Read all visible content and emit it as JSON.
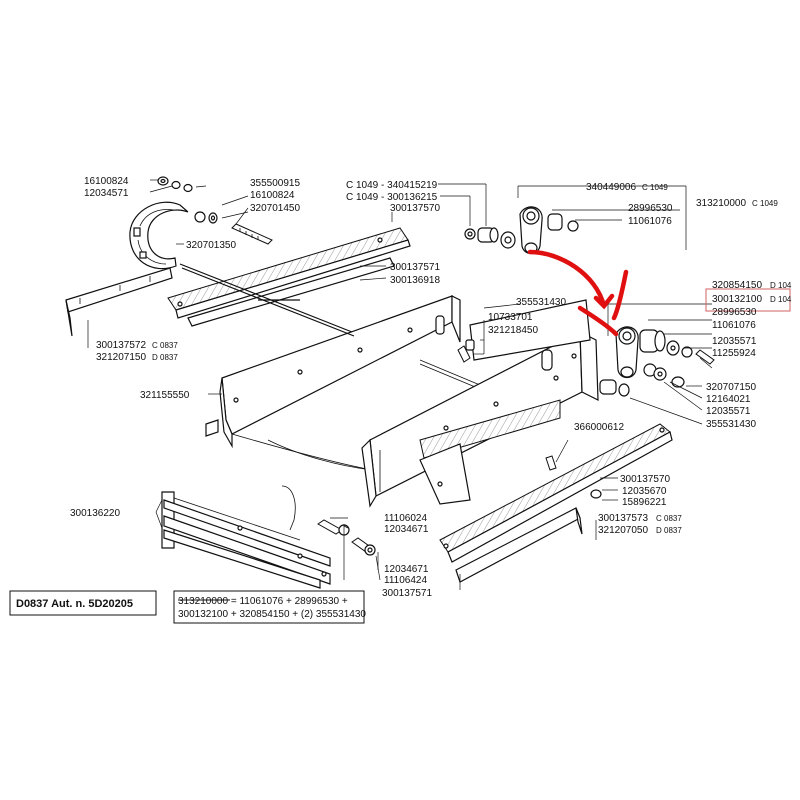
{
  "labels": {
    "l16100824a": "16100824",
    "l12034571": "12034571",
    "l355500915": "355500915",
    "l16100824b": "16100824",
    "l320701450": "320701450",
    "l320701350": "320701350",
    "l300137572": "300137572",
    "l300137572_s": "C 0837",
    "l321207150": "321207150",
    "l321207150_s": "D 0837",
    "lC1049a": "C 1049 - 340415219",
    "lC1049b": "C 1049 - 300136215",
    "l300137570a": "300137570",
    "l300137571a": "300137571",
    "l300136918": "300136918",
    "l321155550": "321155550",
    "l340449006": "340449006",
    "l340449006_s": "C 1049",
    "l313210000": "313210000",
    "l313210000_s": "C 1049",
    "l28996530a": "28996530",
    "l11061076a": "11061076",
    "l355531430a": "355531430",
    "l10733701": "10733701",
    "l321218450": "321218450",
    "l320854150": "320854150",
    "l320854150_s": "D 104",
    "l300132100": "300132100",
    "l300132100_s": "D 104",
    "l28996530b": "28996530",
    "l11061076b": "11061076",
    "l12035571a": "12035571",
    "l11255924": "11255924",
    "l320707150": "320707150",
    "l12164021": "12164021",
    "l12035571b": "12035571",
    "l355531430b": "355531430",
    "l366000612": "366000612",
    "l300137570b": "300137570",
    "l12035670": "12035670",
    "l15896221": "15896221",
    "l300137573": "300137573",
    "l300137573_s": "C 0837",
    "l321207050": "321207050",
    "l321207050_s": "D 0837",
    "l300136220": "300136220",
    "l11106024": "11106024",
    "l12034671a": "12034671",
    "l12034671b": "12034671",
    "l11106424": "11106424",
    "l300137571b": "300137571"
  },
  "footer": {
    "model_box": "D0837 Aut. n. 5D20205",
    "kit_number": "313210000",
    "kit_line1_rest": " = 11061076 + 28996530 +",
    "kit_line2": "300132100 + 320854150 + (2) 355531430"
  },
  "colors": {
    "highlight_arrow": "#e01010",
    "highlight_box": "#d06060"
  }
}
